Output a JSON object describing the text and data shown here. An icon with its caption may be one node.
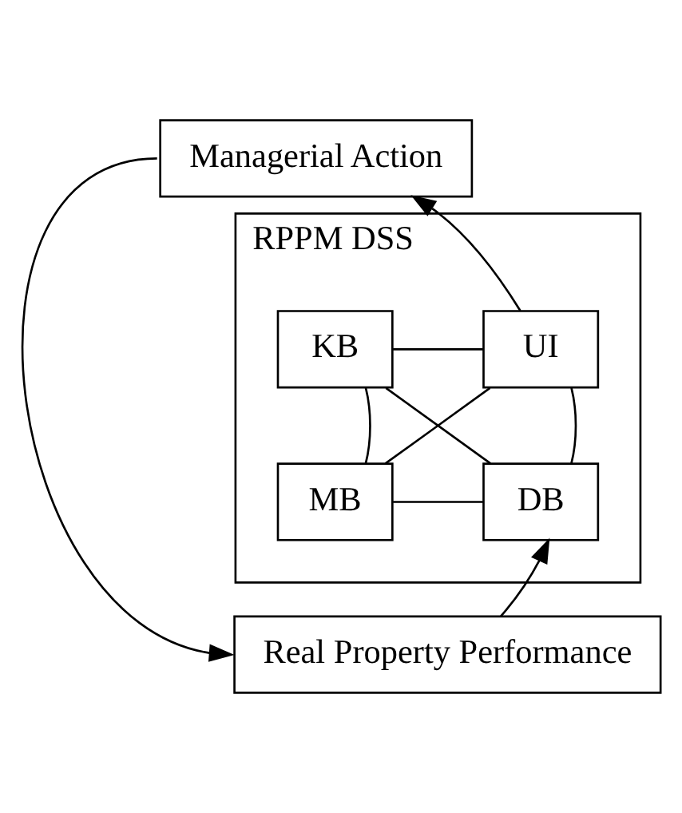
{
  "diagram": {
    "nodes": [
      {
        "text": [
          "Managerial Action"
        ]
      },
      {
        "text": [
          "RPPM DSS"
        ]
      },
      {
        "text": [
          "KB"
        ],
        "in": 1
      },
      {
        "text": [
          "UI"
        ],
        "in": 1
      },
      {
        "text": [
          "MB"
        ],
        "in": 1
      },
      {
        "text": [
          "DB"
        ],
        "in": 1
      },
      {
        "text": [
          "Real Property Performance"
        ]
      }
    ],
    "edges": [
      {
        "from": 3,
        "to": 0,
        "arrow": "to"
      },
      {
        "from": 0,
        "to": 6,
        "arrow": "to"
      },
      {
        "from": 6,
        "to": 5,
        "arrow": "to"
      },
      {
        "from": 2,
        "to": 3,
        "arrow": "none"
      },
      {
        "from": 2,
        "to": 4,
        "arrow": "none"
      },
      {
        "from": 2,
        "to": 5,
        "arrow": "none"
      },
      {
        "from": 4,
        "to": 3,
        "arrow": "none"
      },
      {
        "from": 3,
        "to": 5,
        "arrow": "none"
      },
      {
        "from": 4,
        "to": 5,
        "arrow": "none"
      }
    ]
  }
}
